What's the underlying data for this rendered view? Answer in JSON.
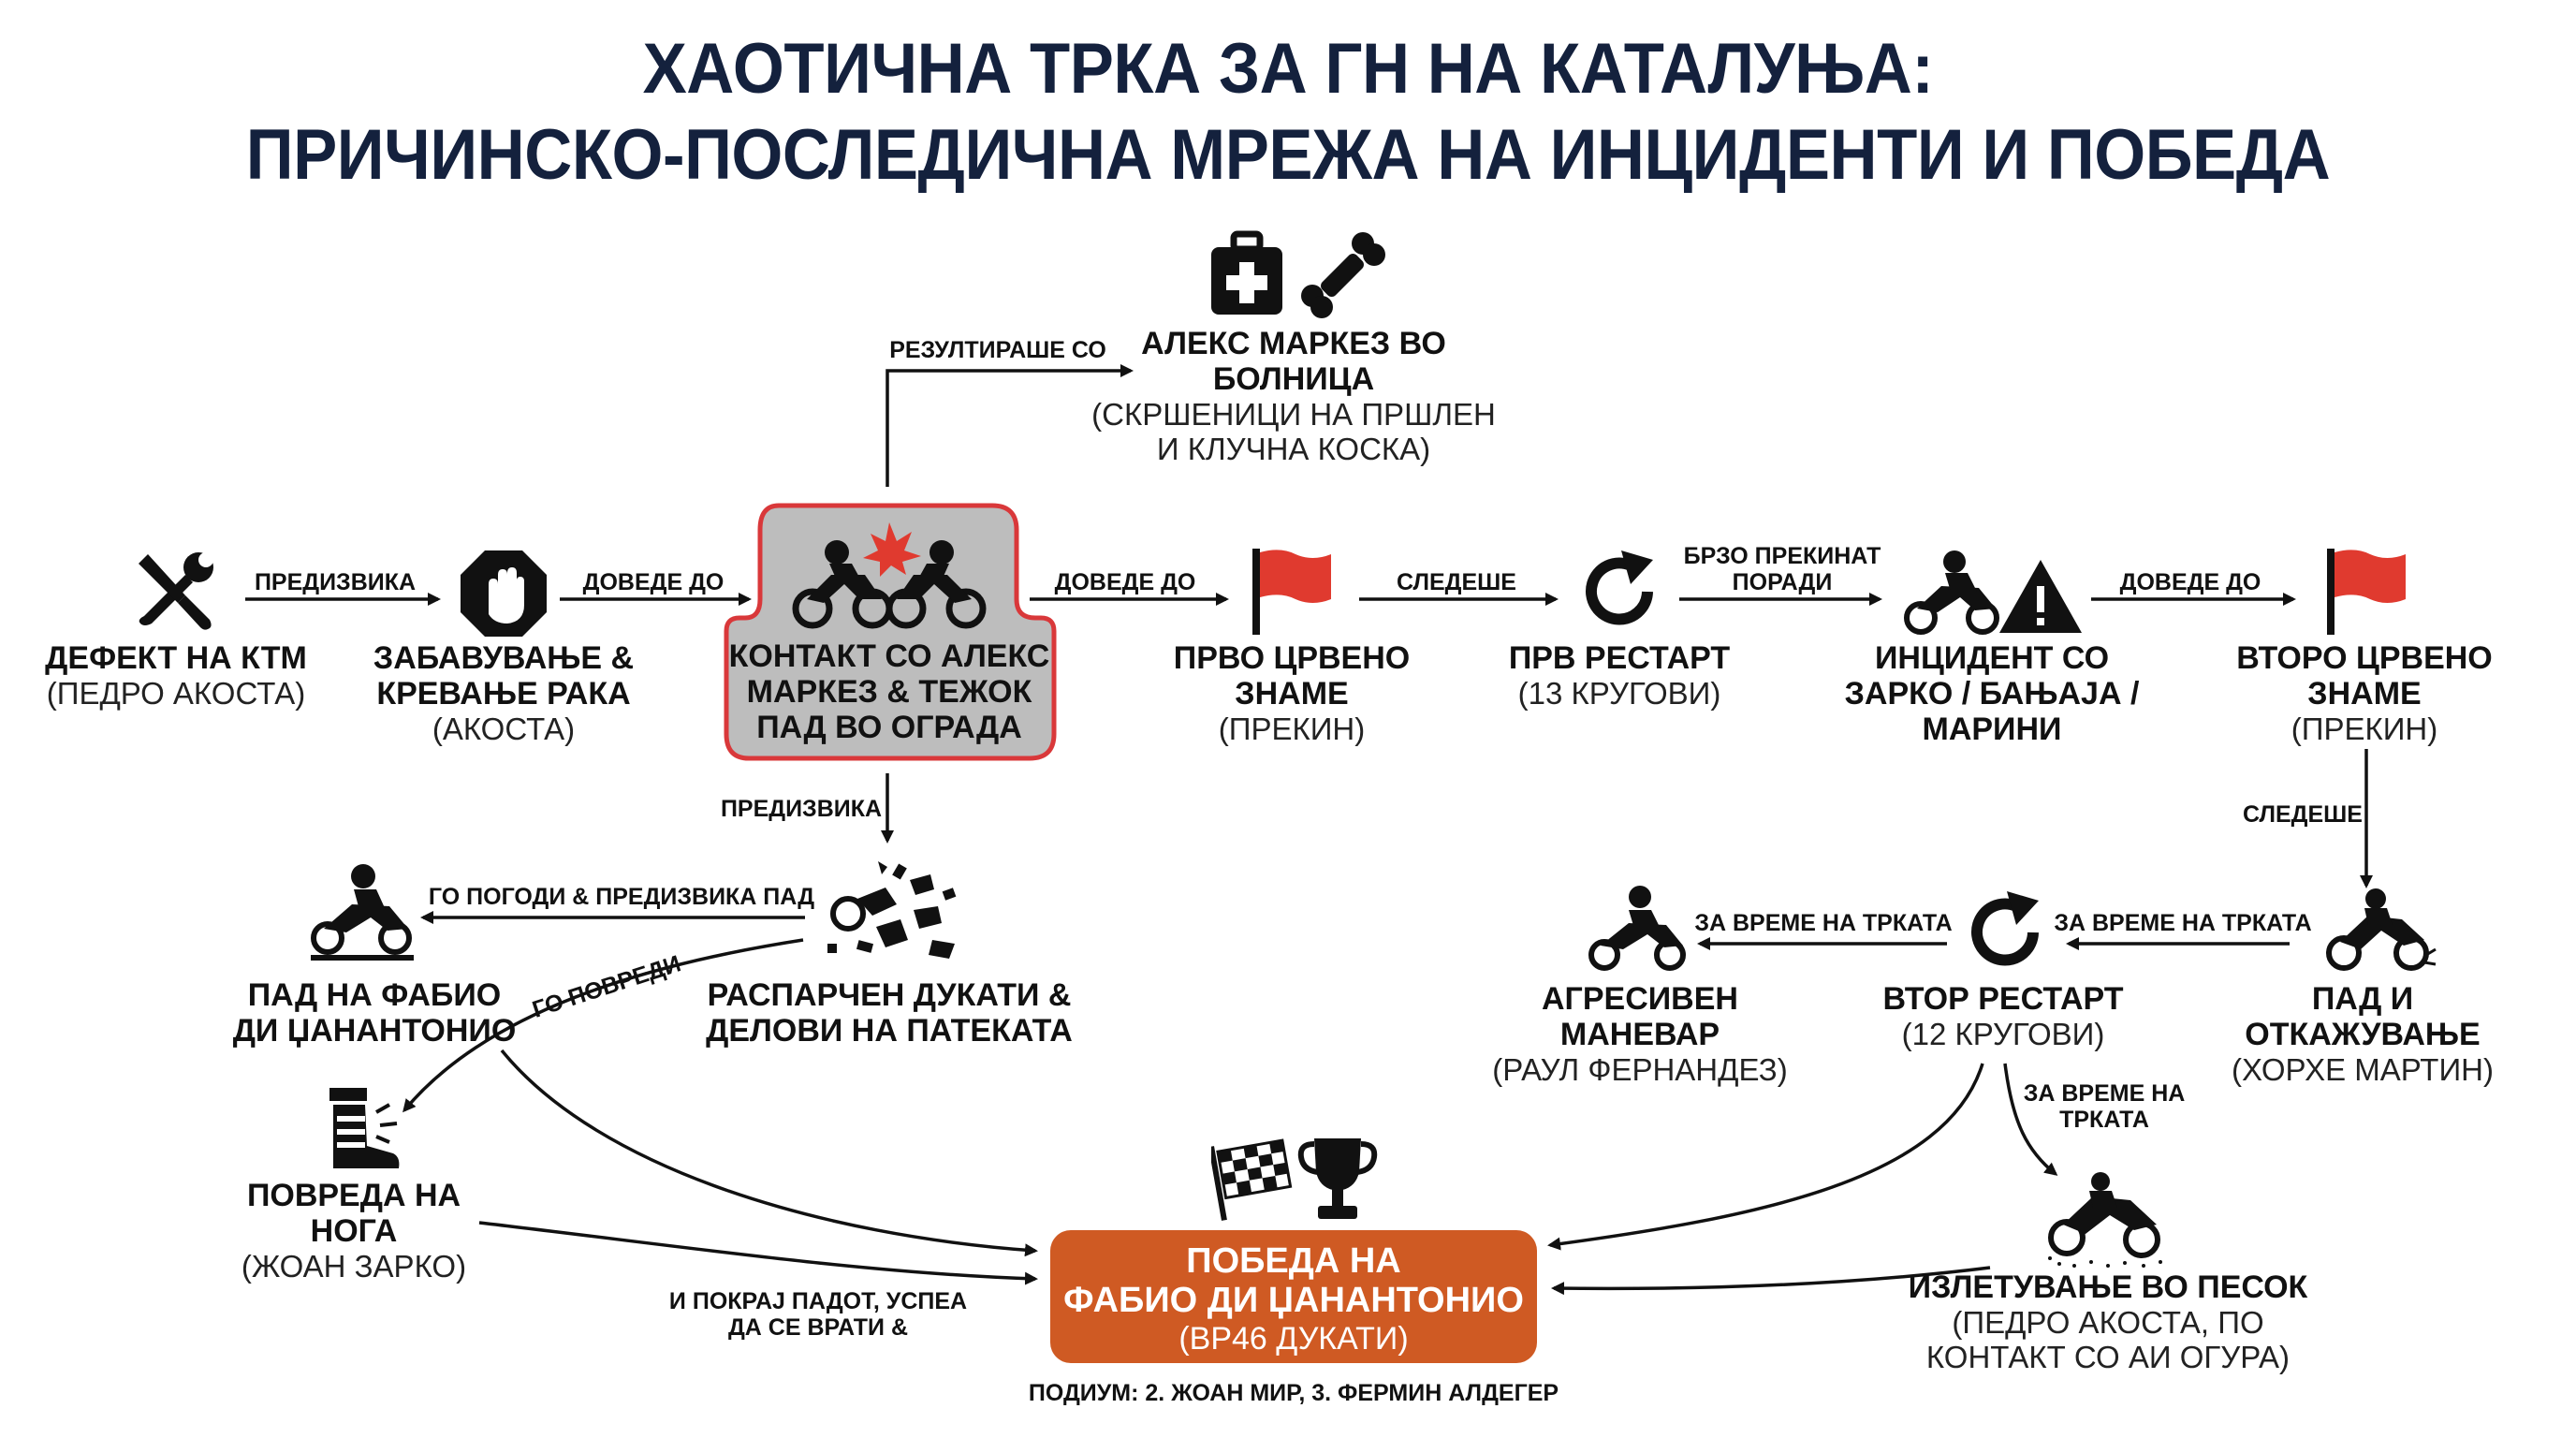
{
  "title": {
    "line1": "ХАОТИЧНА ТРКА ЗА ГН НА КАТАЛУЊА:",
    "line2": "ПРИЧИНСКО-ПОСЛЕДИЧНА МРЕЖА НА ИНЦИДЕНТИ И ПОБЕДА"
  },
  "nodes": {
    "ktm_defect": {
      "l1": "ДЕФЕКТ НА КТМ",
      "sub": "(ПЕДРО АКОСТА)",
      "icon": "tools-icon"
    },
    "slowdown": {
      "l1": "ЗАБАВУВАЊЕ &",
      "l2": "КРЕВАЊЕ РАКА",
      "sub": "(АКОСТА)",
      "icon": "stop-hand-icon"
    },
    "crash": {
      "l1": "КОНТАКТ СО АЛЕКС",
      "l2": "МАРКЕЗ & ТЕЖОК",
      "l3": "ПАД ВО ОГРАДА",
      "icon": "motorbike-collision-icon"
    },
    "hospital": {
      "l1": "АЛЕКС МАРКЕЗ ВО",
      "l2": "БОЛНИЦА",
      "sub1": "(СКРШЕНИЦИ НА ПРШЛЕН",
      "sub2": "И КЛУЧНА КОСКА)",
      "icon": "medical-kit-icon"
    },
    "red_flag_1": {
      "l1": "ПРВО ЦРВЕНО",
      "l2": "ЗНАМЕ",
      "sub": "(ПРЕКИН)",
      "icon": "red-flag-icon"
    },
    "restart_1": {
      "l1": "ПРВ РЕСТАРТ",
      "sub": "(13 КРУГОВИ)",
      "icon": "restart-icon"
    },
    "zarco_incident": {
      "l1": "ИНЦИДЕНТ СО",
      "l2": "ЗАРКО / БАЊАЈА /",
      "l3": "МАРИНИ",
      "icon": "rider-warning-icon"
    },
    "red_flag_2": {
      "l1": "ВТОРО ЦРВЕНО",
      "l2": "ЗНАМЕ",
      "sub": "(ПРЕКИН)",
      "icon": "red-flag-icon"
    },
    "debris": {
      "l1": "РАСПАРЧЕН ДУКАТИ &",
      "l2": "ДЕЛОВИ НА ПАТЕКАТА",
      "icon": "debris-icon"
    },
    "digia_crash": {
      "l1": "ПАД НА ФАБИО",
      "l2": "ДИ ЏАНАНТОНИО",
      "icon": "rider-icon"
    },
    "zarco_injury": {
      "l1": "ПОВРЕДА НА",
      "l2": "НОГА",
      "sub": "(ЖОАН ЗАРКО)",
      "icon": "injured-foot-icon"
    },
    "martin_crash": {
      "l1": "ПАД И",
      "l2": "ОТКАЖУВАЊЕ",
      "sub": "(ХОРХЕ МАРТИН)",
      "icon": "crashed-bike-icon"
    },
    "restart_2": {
      "l1": "ВТОР РЕСТАРТ",
      "sub": "(12 КРУГОВИ)",
      "icon": "restart-icon"
    },
    "aggressive": {
      "l1": "АГРЕСИВЕН",
      "l2": "МАНЕВАР",
      "sub": "(РАУЛ ФЕРНАНДЕЗ)",
      "icon": "rider-icon"
    },
    "sand_exit": {
      "l1": "ИЗЛЕТУВАЊЕ ВО ПЕСОК",
      "sub1": "(ПЕДРО АКОСТА, ПО",
      "sub2": "КОНТАКТ СО АИ ОГУРА)",
      "icon": "crashed-bike-icon"
    }
  },
  "winner": {
    "l1": "ПОБЕДА НА",
    "l2": "ФАБИО ДИ ЏАНАНТОНИО",
    "sub": "(ВР46 ДУКАТИ)",
    "icons": [
      "checkered-flag-icon",
      "trophy-icon"
    ]
  },
  "podium": "ПОДИУМ: 2. ЖОАН МИР, 3. ФЕРМИН АЛДЕГЕР",
  "edges": {
    "caused": "ПРЕДИЗВИКА",
    "led_to_1": "ДОВЕДЕ ДО",
    "resulted_with": "РЕЗУЛТИРАШЕ СО",
    "led_to_2": "ДОВЕДЕ ДО",
    "followed_1": "СЛЕДЕШЕ",
    "quick_stop_1": "БРЗО ПРЕКИНАТ",
    "quick_stop_2": "ПОРАДИ",
    "led_to_3": "ДОВЕДЕ ДО",
    "followed_2": "СЛЕДЕШЕ",
    "caused_2": "ПРЕДИЗВИКА",
    "hit_and_caused": "ГО ПОГОДИ & ПРЕДИЗВИКА ПАД",
    "injured": "ГО ПОВРЕДИ",
    "during_race_1": "ЗА ВРЕМЕ НА ТРКАТА",
    "during_race_2": "ЗА ВРЕМЕ НА ТРКАТА",
    "during_race_3a": "ЗА ВРЕМЕ НА",
    "during_race_3b": "ТРКАТА",
    "despite_1": "И ПОКРАЈ ПАДОТ, УСПЕА",
    "despite_2": "ДА СЕ ВРАТИ &"
  },
  "colors": {
    "title": "#14213d",
    "crash_fill": "#bdbdbd",
    "crash_border": "#d9383a",
    "winner_fill": "#cf5a23",
    "flag_red": "#e03a2f",
    "warning": "#111111"
  }
}
